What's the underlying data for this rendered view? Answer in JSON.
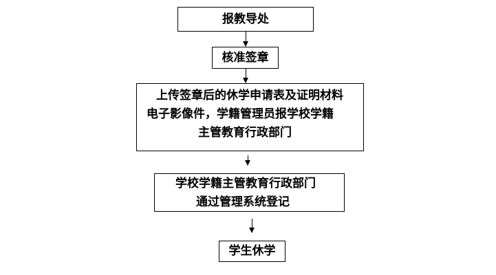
{
  "steps": [
    {
      "lines": [
        "报教导处"
      ]
    },
    {
      "lines": [
        "核准签章"
      ]
    },
    {
      "lines": [
        "上传签章后的休学申请表及证明材料",
        "电子影像件，学籍管理员报学校学籍",
        "主管教育行政部门"
      ]
    },
    {
      "lines": [
        "学校学籍主管教育行政部门",
        "通过管理系统登记"
      ]
    },
    {
      "lines": [
        "学生休学"
      ]
    }
  ]
}
